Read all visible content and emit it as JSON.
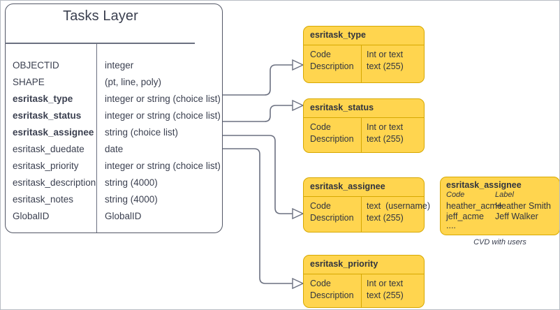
{
  "diagram": {
    "title_caption": "CVD with users"
  },
  "main_entity": {
    "title": "Tasks Layer",
    "fields": [
      {
        "name": "OBJECTID",
        "type": "integer",
        "bold": false
      },
      {
        "name": "SHAPE",
        "type": "(pt, line, poly)",
        "bold": false
      },
      {
        "name": "esritask_type",
        "type": "integer or string (choice list)",
        "bold": true
      },
      {
        "name": "esritask_status",
        "type": "integer or string (choice list)",
        "bold": true
      },
      {
        "name": "esritask_assignee",
        "type": "string (choice list)",
        "bold": true
      },
      {
        "name": "esritask_duedate",
        "type": "date",
        "bold": false
      },
      {
        "name": "esritask_priority",
        "type": "integer or string (choice list)",
        "bold": false
      },
      {
        "name": "esritask_description",
        "type": "string (4000)",
        "bold": false
      },
      {
        "name": "esritask_notes",
        "type": "string (4000)",
        "bold": false
      },
      {
        "name": "GlobalID",
        "type": "GlobalID",
        "bold": false
      }
    ]
  },
  "domains": [
    {
      "title": "esritask_type",
      "left_lines": "Code\nDescription",
      "right_lines": "Int or text\ntext (255)"
    },
    {
      "title": "esritask_status",
      "left_lines": "Code\nDescription",
      "right_lines": "Int or text\ntext (255)"
    },
    {
      "title": "esritask_assignee",
      "left_lines": "Code\nDescription",
      "right_lines": "text  (username)\ntext (255)"
    },
    {
      "title": "esritask_priority",
      "left_lines": "Code\nDescription",
      "right_lines": "Int or text\ntext (255)"
    }
  ],
  "coded_value_domain": {
    "title": "esritask_assignee",
    "header_code": "Code",
    "header_label": "Label",
    "rows": [
      {
        "code": "heather_acme",
        "label": "Heather Smith"
      },
      {
        "code": "jeff_acme",
        "label": "Jeff Walker"
      },
      {
        "code": "....",
        "label": ""
      }
    ],
    "caption": "CVD with users"
  },
  "colors": {
    "domain_fill": "#FFD54F",
    "domain_border": "#d6a800",
    "entity_border": "#525665",
    "text": "#3b4050",
    "connector": "#6b7080"
  }
}
